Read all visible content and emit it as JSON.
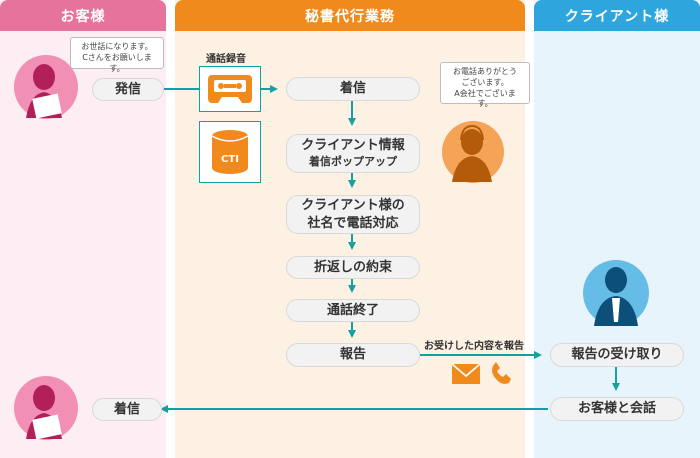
{
  "lanes": {
    "customer": {
      "title": "お客様",
      "header_color": "#e5739b",
      "bg_color": "#fdeef4"
    },
    "secretary": {
      "title": "秘書代行業務",
      "header_color": "#f08a1d",
      "bg_color": "#fdf1e4"
    },
    "client": {
      "title": "クライアント様",
      "header_color": "#2fa5de",
      "bg_color": "#e8f4fc"
    }
  },
  "customer": {
    "bubble_line1": "お世話になります。",
    "bubble_line2": "Cさんをお願いします。",
    "call_out": "発信",
    "incoming": "着信"
  },
  "secretary": {
    "recording_label": "通話録音",
    "cti_label": "CTI",
    "incoming": "着信",
    "client_info_line1": "クライアント情報",
    "client_info_line2": "着信ポップアップ",
    "respond_line1": "クライアント様の",
    "respond_line2": "社名で電話対応",
    "promise": "折返しの約束",
    "call_end": "通話終了",
    "report": "報告",
    "bubble_line1": "お電話ありがとう",
    "bubble_line2": "ございます。",
    "bubble_line3": "A会社でございます。",
    "report_arrow_label": "お受けした内容を報告"
  },
  "client": {
    "receive_report": "報告の受け取り",
    "talk_with_customer": "お客様と会話"
  },
  "colors": {
    "arrow": "#14a0a0",
    "icon_orange": "#f08a1d",
    "pink_person": "#ef7fa8",
    "blue_person": "#3aa9e0"
  },
  "icons": {
    "recorder": "cassette-recorder-icon",
    "cti": "database-cti-icon",
    "mail": "mail-icon",
    "phone": "phone-icon"
  }
}
